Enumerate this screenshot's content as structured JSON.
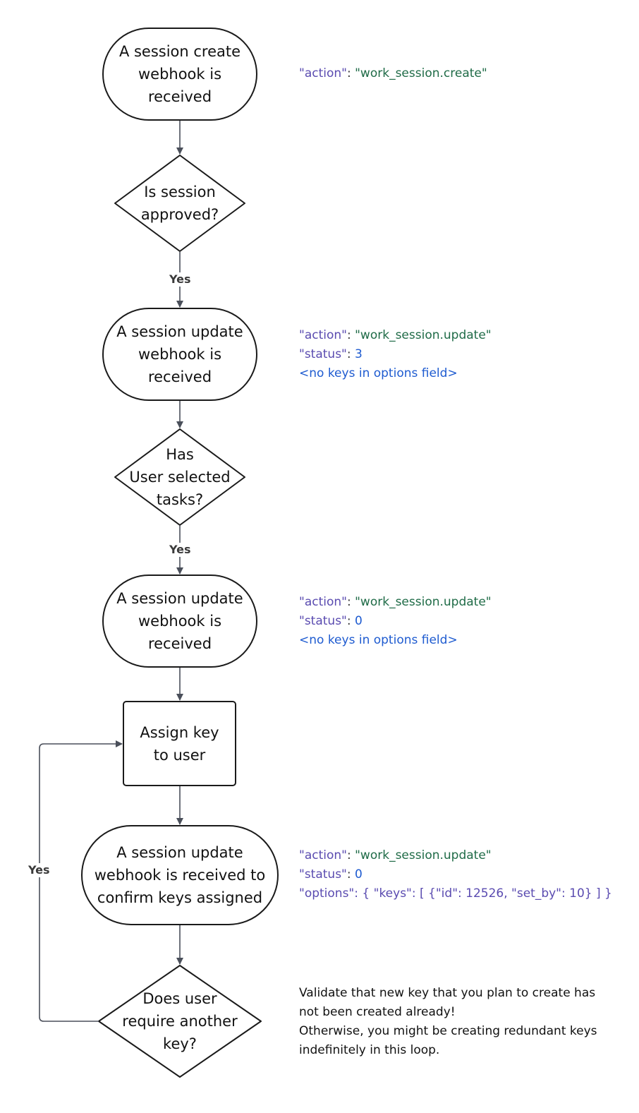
{
  "nodes": {
    "start": [
      "A session create",
      "webhook is",
      "received"
    ],
    "approved": [
      "Is session",
      "approved?"
    ],
    "update_status3": [
      "A session update",
      "webhook is",
      "received"
    ],
    "tasks": [
      "Has",
      "User selected",
      "tasks?"
    ],
    "update_status0": [
      "A session update",
      "webhook is",
      "received"
    ],
    "assign": [
      "Assign key",
      "to user"
    ],
    "confirm": [
      "A session update",
      "webhook is received to",
      "confirm keys assigned"
    ],
    "another": [
      "Does user",
      "require another",
      "key?"
    ]
  },
  "edge_labels": {
    "approved_yes": "Yes",
    "tasks_yes": "Yes",
    "loop_yes": "Yes"
  },
  "notes": {
    "start": {
      "action_key": "\"action\"",
      "action_value": "\"work_session.create\""
    },
    "update_status3": {
      "action_key": "\"action\"",
      "action_value": "\"work_session.update\"",
      "status_key": "\"status\"",
      "status_value": "3",
      "options": "<no keys in options field>"
    },
    "update_status0": {
      "action_key": "\"action\"",
      "action_value": "\"work_session.update\"",
      "status_key": "\"status\"",
      "status_value": "0",
      "options": "<no keys in options field>"
    },
    "confirm": {
      "action_key": "\"action\"",
      "action_value": "\"work_session.update\"",
      "status_key": "\"status\"",
      "status_value": "0",
      "options_key": "\"options\"",
      "options_value": "{ \"keys\": [ {\"id\": 12526, \"set_by\": 10} ] }"
    },
    "warning": [
      "Validate that new key that you plan to create has",
      "not been created already!",
      "Otherwise, you might be creating redundant keys",
      "indefinitely in this loop."
    ]
  },
  "colors": {
    "stroke": "#1a1a1a",
    "edge": "#4a4f5a",
    "key": "#5a4bb0",
    "string": "#1f6b47",
    "number": "#1e5bd0"
  }
}
